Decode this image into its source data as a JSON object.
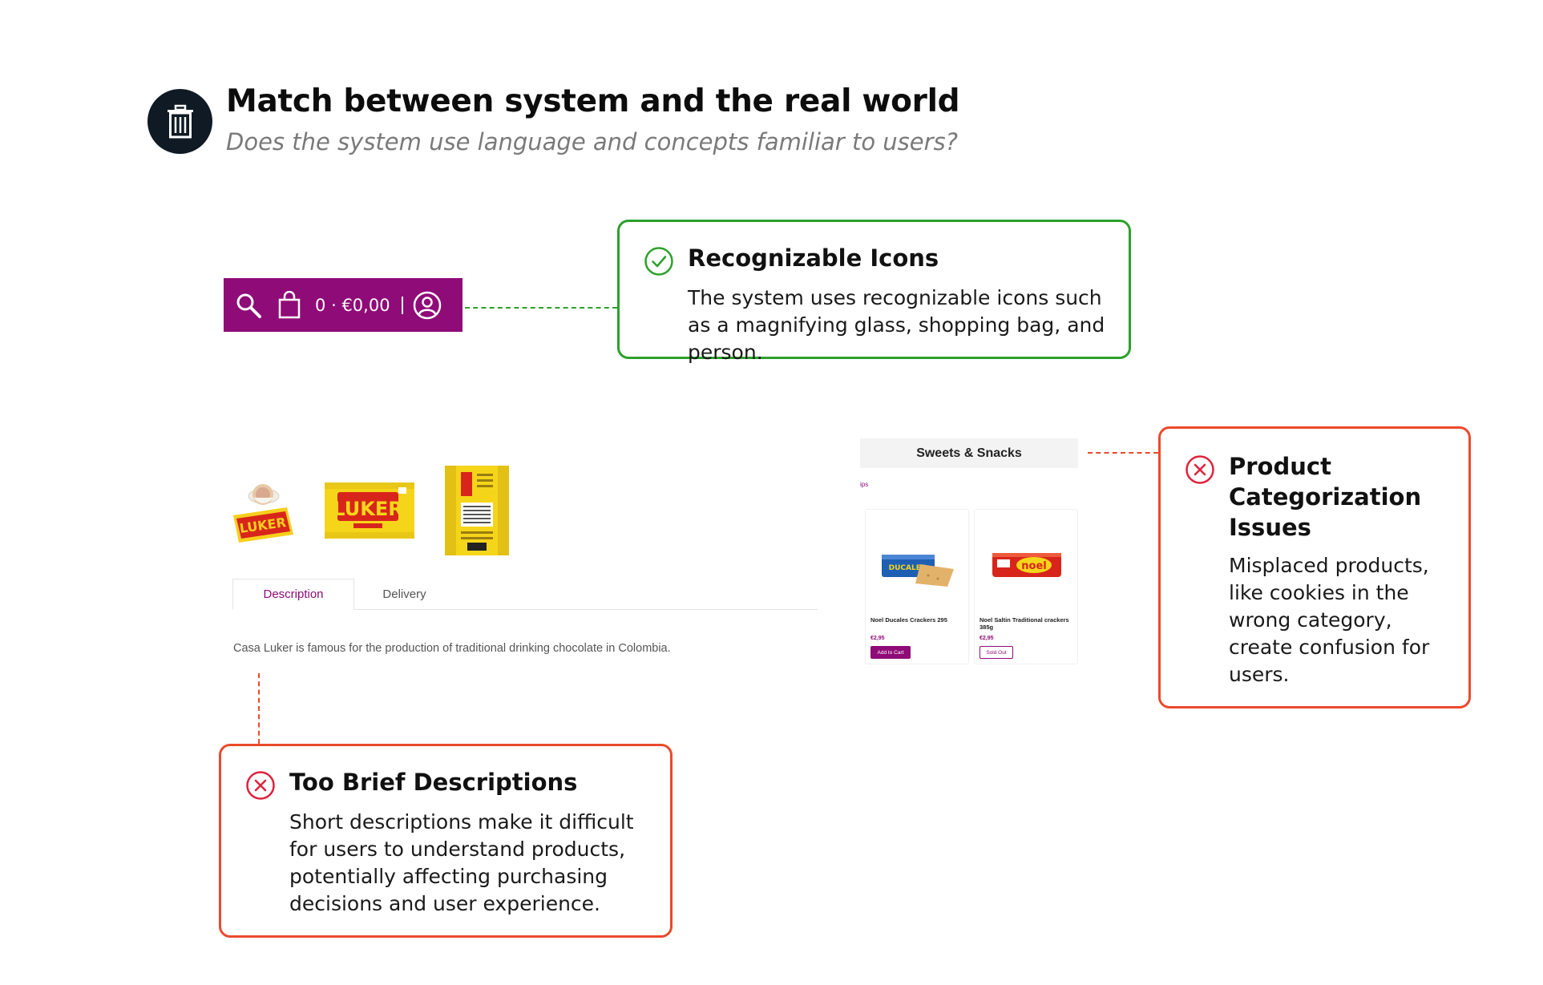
{
  "header": {
    "title": "Match between system and the real world",
    "subtitle": "Does the system use language and concepts familiar to users?",
    "icon": "trash-icon"
  },
  "toolbar": {
    "cart_count": "0",
    "cart_separator": "·",
    "cart_total": "€0,00",
    "bg_color": "#8f0b78",
    "icons": [
      "search-icon",
      "shopping-bag-icon",
      "user-icon"
    ]
  },
  "cards": {
    "recognizable": {
      "title": "Recognizable Icons",
      "description": "The system uses recognizable icons such as a magnifying glass, shopping bag, and person.",
      "status": "check-icon",
      "color": "#2ba12b"
    },
    "categorization": {
      "title": "Product Categorization Issues",
      "description": "Misplaced products, like cookies in the wrong category, create confusion for users.",
      "status": "x-icon",
      "color": "#ea4a2c"
    },
    "descriptions": {
      "title": "Too Brief Descriptions",
      "description": "Short descriptions make it difficult for users to understand products, potentially affecting purchasing decisions and user experience.",
      "status": "x-icon",
      "color": "#ea4a2c"
    }
  },
  "product_page": {
    "thumbnails": [
      "luker-cup-thumbnail",
      "luker-pack-thumbnail",
      "luker-back-thumbnail"
    ],
    "tabs": [
      "Description",
      "Delivery"
    ],
    "active_tab": "Description",
    "description_text": "Casa Luker is famous for the production of traditional drinking chocolate in Colombia."
  },
  "category_page": {
    "title": "Sweets & Snacks",
    "breadcrumb": "ips",
    "products": [
      {
        "name": "Noel Ducales Crackers 295",
        "price": "€2,95",
        "button": "Add to Cart"
      },
      {
        "name": "Noel Saltin Traditional crackers 385g",
        "price": "€2,95",
        "button": "Sold Out"
      }
    ]
  }
}
